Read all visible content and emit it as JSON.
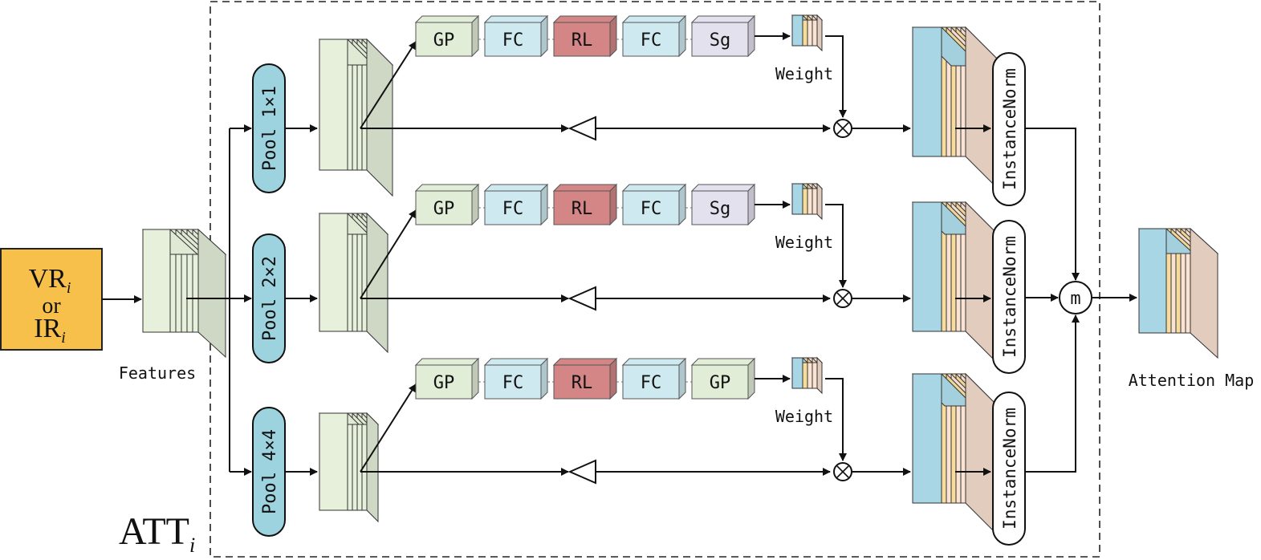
{
  "input_box": {
    "line1": "VR",
    "line2": "or",
    "line3": "IR",
    "subscript": "i"
  },
  "features_label": "Features",
  "att_label": {
    "text": "ATT",
    "subscript": "i"
  },
  "output_label": "Attention Map",
  "merge_symbol": "m",
  "weight_label": "Weight",
  "norm_label": "InstanceNorm",
  "branches": [
    {
      "pool_label": "Pool 1×1",
      "blocks": [
        "GP",
        "FC",
        "RL",
        "FC",
        "Sg"
      ]
    },
    {
      "pool_label": "Pool 2×2",
      "blocks": [
        "GP",
        "FC",
        "RL",
        "FC",
        "Sg"
      ]
    },
    {
      "pool_label": "Pool 4×4",
      "blocks": [
        "GP",
        "FC",
        "RL",
        "FC",
        "GP"
      ]
    }
  ],
  "colors": {
    "input_fill": "#F7C04A",
    "pool_fill": "#9DD3DF",
    "gp_fill": "#E2EDD8",
    "fc_fill": "#CFE9F1",
    "rl_fill": "#D48585",
    "sg_fill": "#E4E1EF",
    "feature_fill": "#E6F0DA",
    "map_blue": "#A9D6E5",
    "map_yellow": "#F8DC9B",
    "map_peach": "#FBE3D3"
  }
}
